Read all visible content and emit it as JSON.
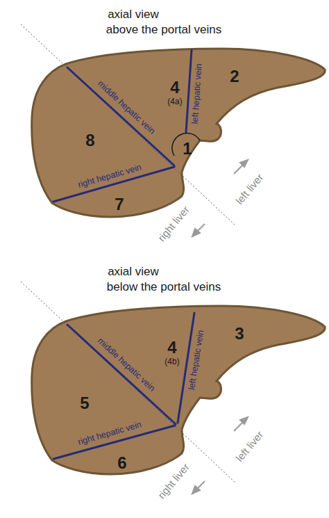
{
  "diagram": {
    "labels": [
      "axial view",
      "above the portal veins",
      "middle hepatic vein",
      "left hepatic vein",
      "right hepatic vein",
      "4",
      "(4a)",
      "2",
      "8",
      "1",
      "7",
      "left liver",
      "right liver",
      "axial view",
      "below the portal veins",
      "middle hepatic vein",
      "left hepatic vein",
      "right hepatic vein",
      "4",
      "(4b)",
      "3",
      "5",
      "6",
      "left liver",
      "right liver"
    ]
  }
}
